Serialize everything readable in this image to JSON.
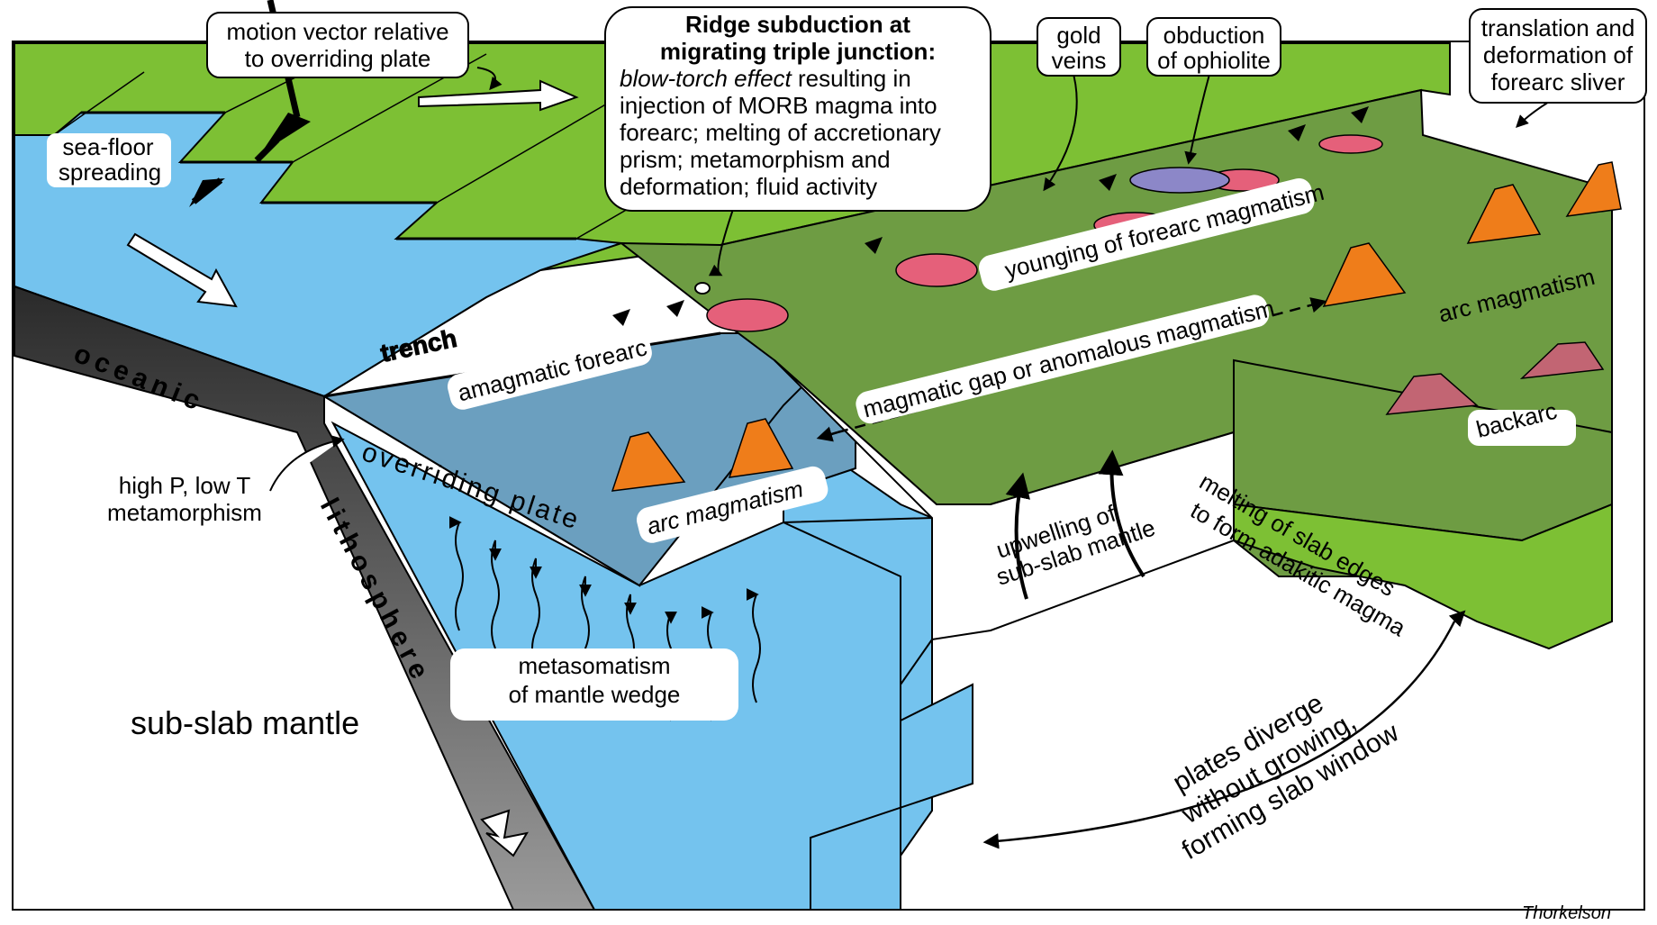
{
  "labels": {
    "motion_vector_line1": "motion vector relative",
    "motion_vector_line2": "to overriding plate",
    "ridge_title_line1": "Ridge subduction at",
    "ridge_title_line2": "migrating triple junction:",
    "ridge_body_line1_italic": "blow-torch effect",
    "ridge_body_line1_rest": " resulting in",
    "ridge_body_line2": "injection of MORB magma into",
    "ridge_body_line3": "forearc; melting of accretionary",
    "ridge_body_line4": "prism; metamorphism and",
    "ridge_body_line5": "deformation; fluid activity",
    "gold_line1": "gold",
    "gold_line2": "veins",
    "obduction_line1": "obduction",
    "obduction_line2": "of ophiolite",
    "translation_line1": "translation and",
    "translation_line2": "deformation of",
    "translation_line3": "forearc sliver",
    "seafloor_line1": "sea-floor",
    "seafloor_line2": "spreading",
    "trench": "trench",
    "amagmatic_forearc": "amagmatic forearc",
    "younging": "younging of forearc magmatism",
    "arc_magmatism_back": "arc magmatism",
    "magmatic_gap": "magmatic gap or anomalous magmatism",
    "backarc": "backarc",
    "oceanic": "oceanic",
    "lithosphere": "lithosphere",
    "high_p_line1": "high P, low T",
    "high_p_line2": "metamorphism",
    "overriding_plate": "overriding plate",
    "arc_magmatism_front": "arc magmatism",
    "upwelling_line1": "upwelling of",
    "upwelling_line2": "sub-slab mantle",
    "melting_line1": "melting of slab edges",
    "melting_line2": "to form adakitic magma",
    "metasomatism_line1": "metasomatism",
    "metasomatism_line2": "of mantle wedge",
    "sub_slab_mantle": "sub-slab mantle",
    "plates_diverge_line1": "plates diverge",
    "plates_diverge_line2": "without growing,",
    "plates_diverge_line3": "forming slab window",
    "credit": "Thorkelson"
  },
  "colors": {
    "plate_green": "#7dc034",
    "forearc_green": "#6e9c43",
    "ocean_blue": "#74c3ee",
    "overriding_blue": "#6b9fbf",
    "arc_orange": "#ef7d1a",
    "forearc_pink": "#e5607a",
    "backarc_rose": "#c26573",
    "ophiolite_purple": "#8c87c8",
    "slab_dark": "#3b3b3b"
  }
}
